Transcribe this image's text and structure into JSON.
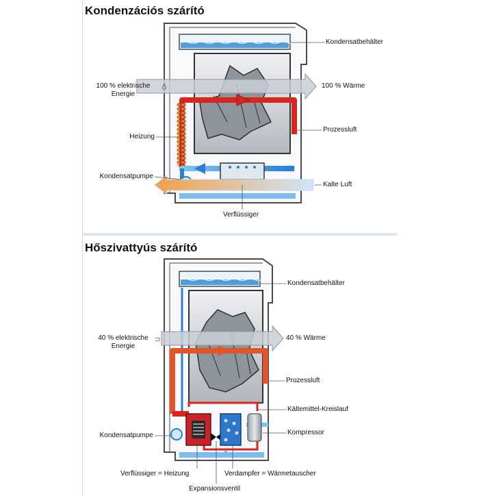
{
  "section1": {
    "title": "Kondenzációs szárító",
    "labels": {
      "kondensatbehaelter": "Kondensatbehälter",
      "energie_1": "100 % elektrische",
      "energie_2": "Energie",
      "waerme": "100 % Wärme",
      "heizung": "Heizung",
      "prozessluft": "Prozessluft",
      "kondensatpumpe": "Kondensatpumpe",
      "kalte_luft": "Kalte Luft",
      "verfluessiger": "Verflüssiger"
    }
  },
  "section2": {
    "title": "Hőszivattyús szárító",
    "labels": {
      "kondensatbehaelter": "Kondensatbehälter",
      "energie_1": "40 % elektrische",
      "energie_2": "Energie",
      "waerme": "40 % Wärme",
      "prozessluft": "Prozessluft",
      "kaeltemittel": "Kältemittel-Kreislauf",
      "kompressor": "Kompressor",
      "kondensatpumpe": "Kondensatpumpe",
      "verfluessiger_heizung": "Verflüssiger = Heizung",
      "verdampfer": "Verdampfer = Wärmetauscher",
      "expansionsventil": "Expansionsventil"
    }
  },
  "colors": {
    "hot": "#d8261e",
    "cold": "#2a7fd0",
    "orange": "#f2a04a",
    "grey_arrow": "#c9cfd6",
    "frame": "#4a4a4a"
  }
}
